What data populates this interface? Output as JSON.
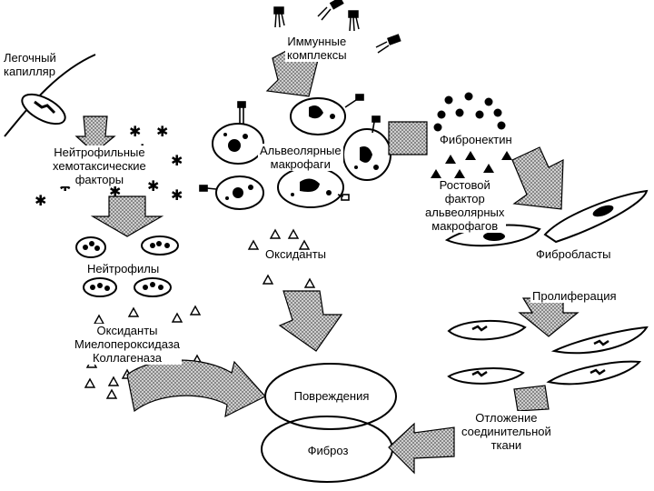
{
  "labels": {
    "capillary": [
      "Легочный",
      "капилляр"
    ],
    "chemotactic": [
      "Нейтрофильные",
      "хемотаксические",
      "факторы"
    ],
    "neutrophils": "Нейтрофилы",
    "neutrophil_products": [
      "Оксиданты",
      "Миелопероксидаза",
      "Коллагеназа"
    ],
    "immune_complexes": [
      "Иммунные",
      "комплексы"
    ],
    "alveolar_macrophages": [
      "Альвеолярные",
      "макрофаги"
    ],
    "oxidants_center": "Оксиданты",
    "fibronectin": "Фибронектин",
    "growth_factor": [
      "Ростовой",
      "фактор",
      "альвеолярных",
      "макрофагов"
    ],
    "fibroblasts": "Фибробласты",
    "proliferation": "Пролиферация",
    "connective_tissue": [
      "Отложение",
      "соединительной",
      "ткани"
    ],
    "damage": "Повреждения",
    "fibrosis": "Фиброз"
  },
  "colors": {
    "ink": "#000000",
    "arrow_fill": "#bdbdbd",
    "background": "#ffffff"
  }
}
